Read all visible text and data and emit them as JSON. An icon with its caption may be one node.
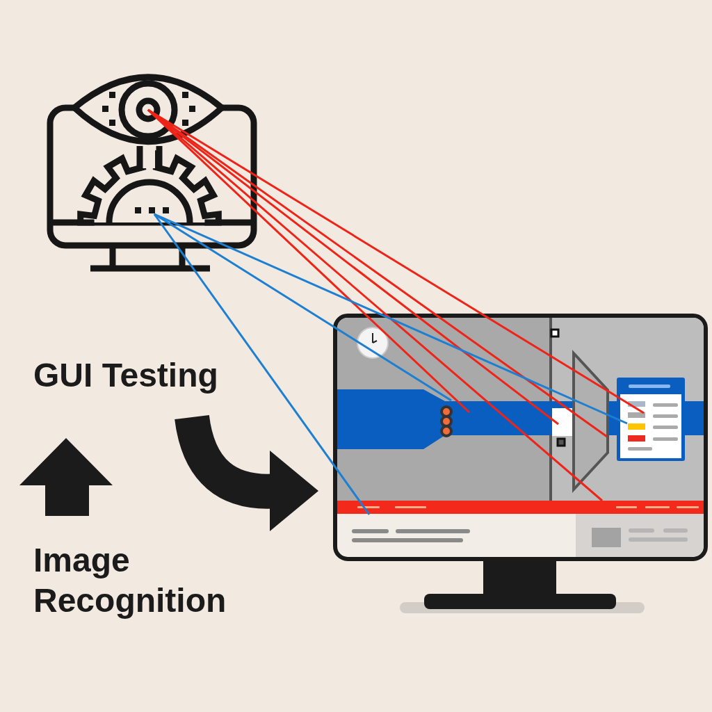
{
  "diagram": {
    "nodes": [
      {
        "text": [],
        "shape": "picture"
      },
      {
        "text": [],
        "shape": "picture"
      },
      {
        "text": [
          "GUI Testing"
        ]
      },
      {
        "text": [
          "Image Recognition"
        ]
      }
    ],
    "edges": [
      {
        "from": 0,
        "to": 1,
        "arrow": "none"
      },
      {
        "from": 0,
        "to": 1,
        "arrow": "none"
      },
      {
        "from": 0,
        "to": 1,
        "arrow": "none"
      },
      {
        "from": 0,
        "to": 1,
        "arrow": "none"
      },
      {
        "from": 0,
        "to": 1,
        "arrow": "none"
      },
      {
        "from": 0,
        "to": 1,
        "arrow": "none",
        "color": "#1c7fd1"
      },
      {
        "from": 0,
        "to": 1,
        "arrow": "none",
        "color": "#1c7fd1"
      },
      {
        "from": 0,
        "to": 1,
        "arrow": "none",
        "color": "#1c7fd1"
      }
    ]
  }
}
